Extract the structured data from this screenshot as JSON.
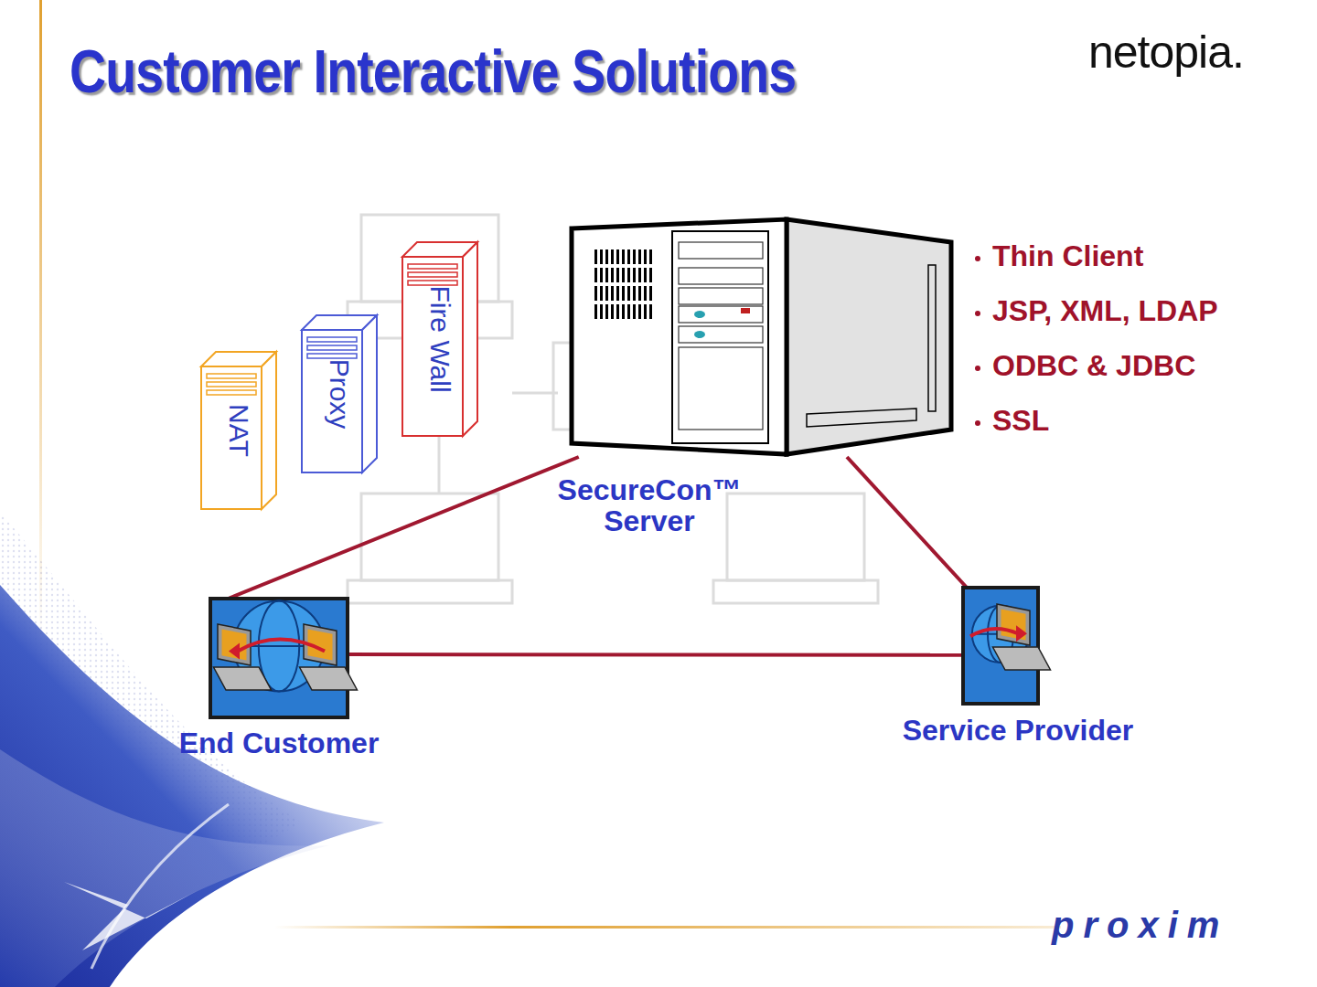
{
  "diagram": {
    "title": "Customer Interactive Solutions",
    "nodes": [
      {
        "text": [
          "NAT"
        ]
      },
      {
        "text": [
          "Proxy"
        ]
      },
      {
        "text": [
          "Fire Wall"
        ]
      },
      {
        "text": [
          "SecureCon™ Server"
        ]
      },
      {
        "text": [
          "End Customer"
        ]
      },
      {
        "text": [
          "Service Provider"
        ]
      }
    ],
    "edges": [
      {
        "from": 4,
        "to": 3,
        "arrow": "none"
      },
      {
        "from": 3,
        "to": 5,
        "arrow": "none"
      },
      {
        "from": 4,
        "to": 5,
        "arrow": "none"
      }
    ],
    "labels": [
      "netopia.",
      "Thin Client",
      "JSP, XML, LDAP",
      "ODBC & JDBC",
      "SSL",
      "proxim"
    ]
  }
}
